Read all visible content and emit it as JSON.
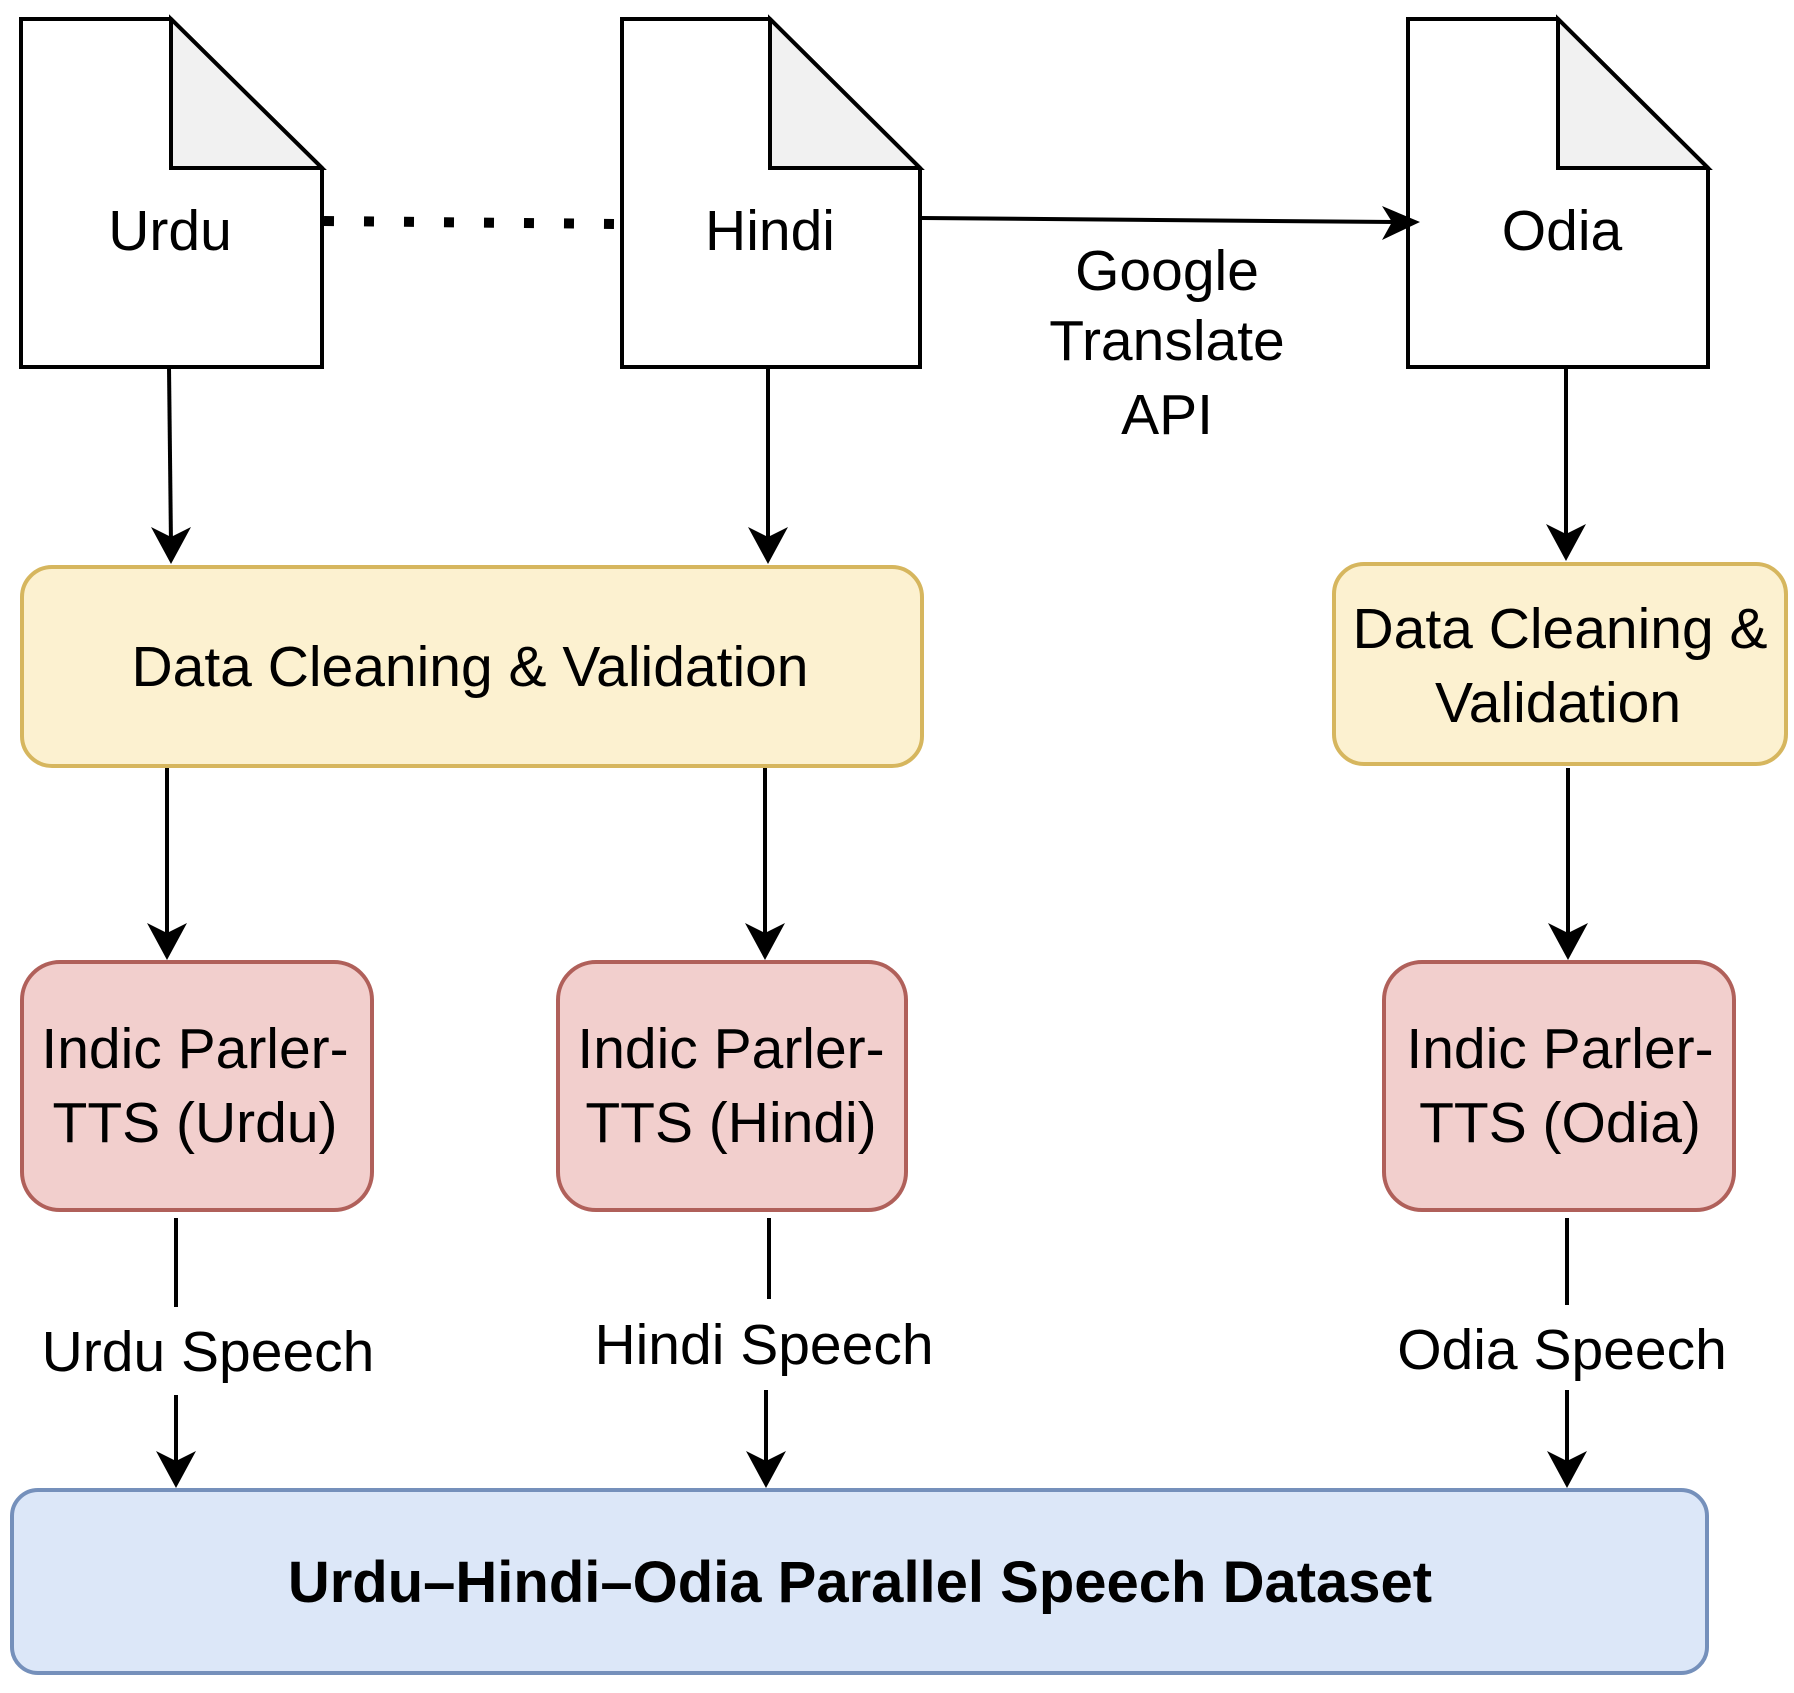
{
  "colors": {
    "doc_fill": "#ffffff",
    "doc_fold_fill": "#f1f1f1",
    "stroke": "#000000",
    "cleaning_fill": "#fcf1d0",
    "cleaning_stroke": "#d6b65e",
    "tts_fill": "#f2cfcd",
    "tts_stroke": "#b0605a",
    "dataset_fill": "#dce7f8",
    "dataset_stroke": "#7590bb"
  },
  "documents": {
    "urdu": "Urdu",
    "hindi": "Hindi",
    "odia": "Odia"
  },
  "translation_label": [
    "Google",
    "Translate",
    "API"
  ],
  "cleaning": {
    "shared": "Data Cleaning & Validation",
    "odia": [
      "Data Cleaning &",
      "Validation"
    ]
  },
  "tts": {
    "urdu": [
      "Indic Parler-",
      "TTS (Urdu)"
    ],
    "hindi": [
      "Indic Parler-",
      "TTS (Hindi)"
    ],
    "odia": [
      "Indic Parler-",
      "TTS (Odia)"
    ]
  },
  "speech_labels": {
    "urdu": "Urdu Speech",
    "hindi": "Hindi Speech",
    "odia": "Odia Speech"
  },
  "dataset": "Urdu–Hindi–Odia Parallel Speech Dataset"
}
